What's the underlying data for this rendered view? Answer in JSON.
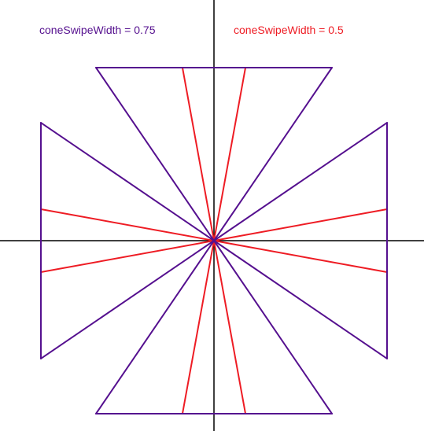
{
  "labels": {
    "purple": "coneSwipeWidth = 0.75",
    "red": "coneSwipeWidth = 0.5"
  },
  "colors": {
    "axis": "#000000",
    "purple": "#55108f",
    "red": "#ee1c24",
    "background": "#ffffff"
  },
  "cones": {
    "up": {
      "direction": "up",
      "width_075": 0.75,
      "width_05": 0.5
    },
    "down": {
      "direction": "down",
      "width_075": 0.75,
      "width_05": 0.5
    },
    "left": {
      "direction": "left",
      "width_075": 0.75,
      "width_05": 0.5
    },
    "right": {
      "direction": "right",
      "width_075": 0.75,
      "width_05": 0.5
    }
  }
}
